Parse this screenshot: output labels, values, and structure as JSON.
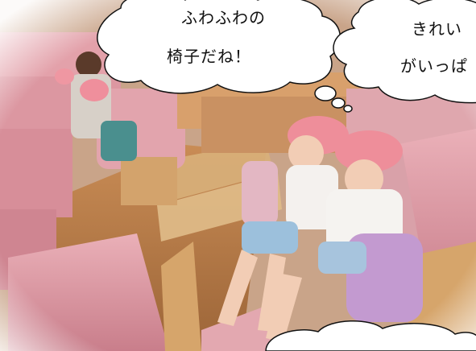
{
  "bubble_left": {
    "line1": "ふわふわの",
    "line2": "椅子だね！"
  },
  "bubble_right": {
    "line1": "きれい",
    "line2": "がいっぱ"
  },
  "colors": {
    "seat_pink": "#e7a3ad",
    "hat_pink": "#ee8e9a",
    "floor_brown": "#b77a45",
    "wood": "#d6a56b"
  }
}
